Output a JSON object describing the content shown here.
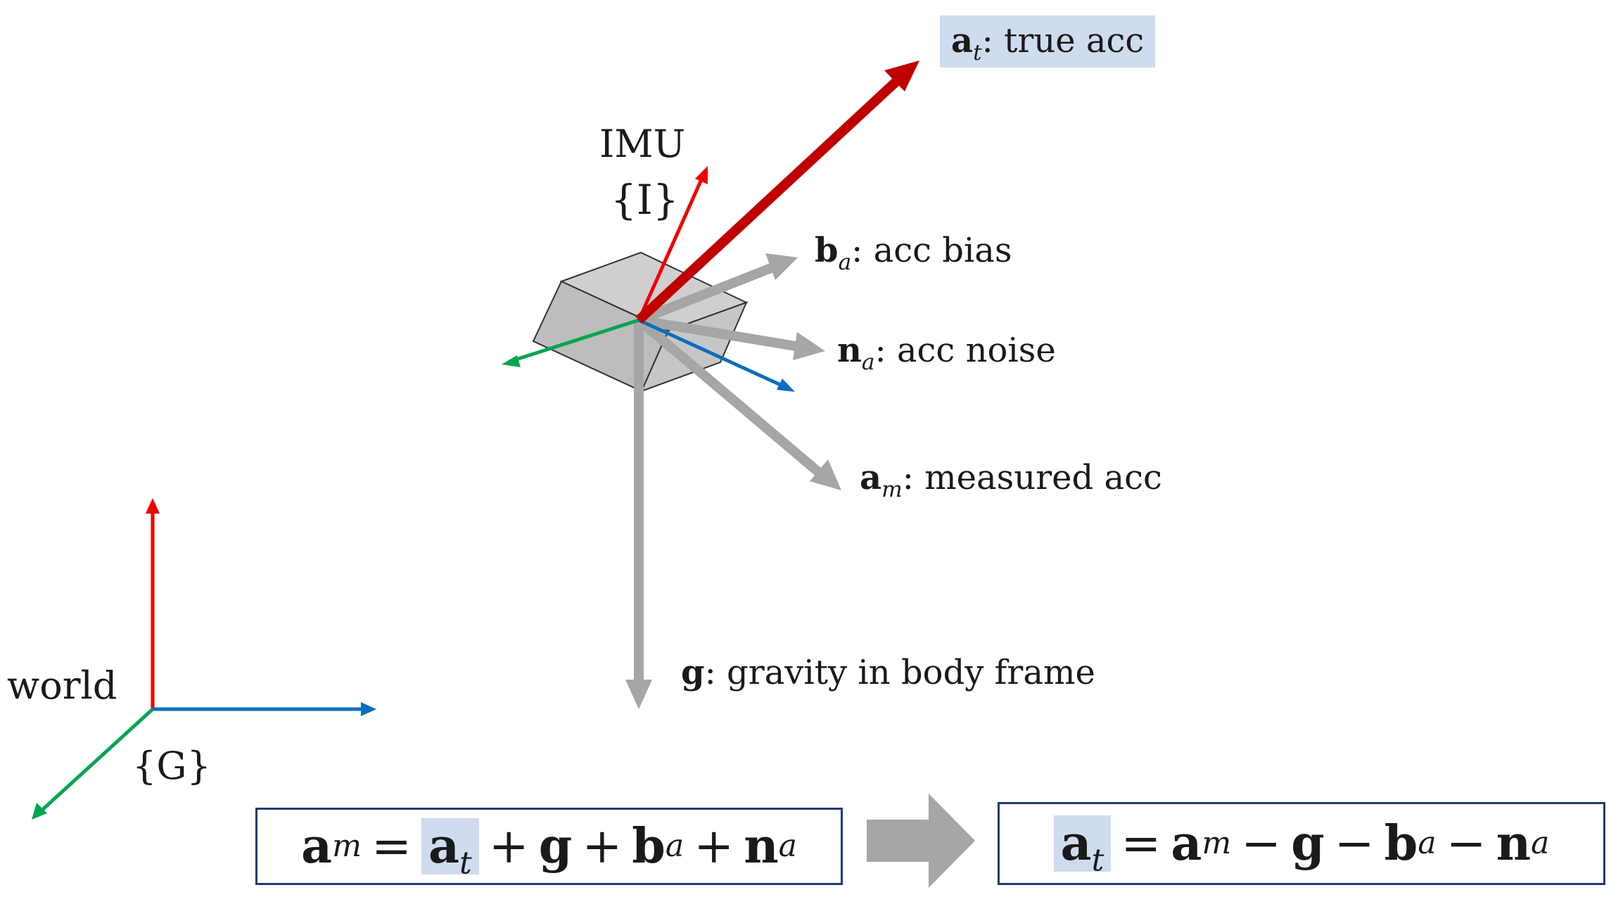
{
  "colors": {
    "red": "#f00000",
    "green": "#00a651",
    "blue": "#0b6ebf",
    "dark_red": "#c00000",
    "gray_arrow": "#a6a6a6",
    "highlight": "#cfdbef",
    "box_border": "#1f3b7a"
  },
  "labels": {
    "world": "world",
    "world_frame": "{G}",
    "imu": "IMU",
    "imu_frame": "{I}",
    "true_acc": {
      "symbol": "a",
      "sub": "t",
      "text": ": true acc"
    },
    "acc_bias": {
      "symbol": "b",
      "sub": "a",
      "text": ": acc bias"
    },
    "acc_noise": {
      "symbol": "n",
      "sub": "a",
      "text": ": acc noise"
    },
    "measured_acc": {
      "symbol": "a",
      "sub": "m",
      "text": ": measured acc"
    },
    "gravity": {
      "symbol": "g",
      "text": ": gravity in body frame"
    }
  },
  "equations": {
    "measurement": {
      "am": "a",
      "am_sub": "m",
      "eq": "=",
      "at": "a",
      "at_sub": "t",
      "plus1": "+",
      "g": "g",
      "plus2": "+",
      "ba": "b",
      "ba_sub": "a",
      "plus3": "+",
      "na": "n",
      "na_sub": "a"
    },
    "solved": {
      "at": "a",
      "at_sub": "t",
      "eq": "=",
      "am": "a",
      "am_sub": "m",
      "minus1": "−",
      "g": "g",
      "minus2": "−",
      "ba": "b",
      "ba_sub": "a",
      "minus3": "−",
      "na": "n",
      "na_sub": "a"
    }
  }
}
